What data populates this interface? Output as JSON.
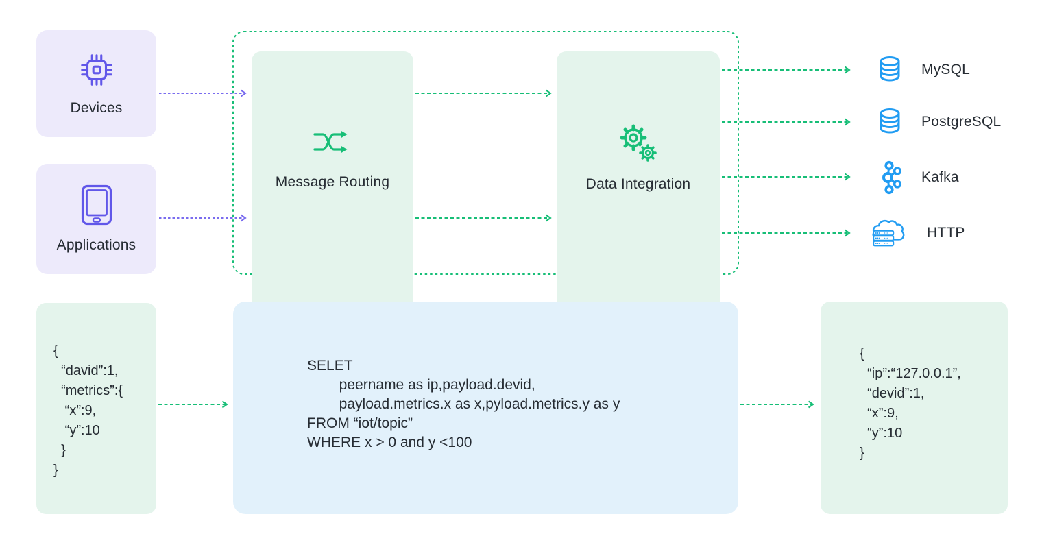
{
  "palette": {
    "purple_icon": "#6157E9",
    "purple_arrow": "#7A6CEF",
    "lavender_bg": "#EDEAFB",
    "green": "#17BE77",
    "mint_bg": "#E4F4EC",
    "blue_icon": "#219CF2",
    "lightblue_bg": "#E2F1FB",
    "text": "#262C33"
  },
  "sources": [
    {
      "label": "Devices",
      "icon": "chip-icon"
    },
    {
      "label": "Applications",
      "icon": "tablet-icon"
    }
  ],
  "pipeline": [
    {
      "label": "Message Routing",
      "icon": "shuffle-icon"
    },
    {
      "label": "Data Integration",
      "icon": "gears-icon"
    }
  ],
  "sinks": [
    {
      "label": "MySQL",
      "icon": "database-icon"
    },
    {
      "label": "PostgreSQL",
      "icon": "database-icon"
    },
    {
      "label": "Kafka",
      "icon": "kafka-icon"
    },
    {
      "label": "HTTP",
      "icon": "cloud-server-icon"
    }
  ],
  "code": {
    "input_json": "{\n  “david”:1,\n  “metrics”:{\n   “x”:9,\n   “y”:10\n  }\n}",
    "sql": "SELET\n        peername as ip,payload.devid,\n        payload.metrics.x as x,pyload.metrics.y as y\nFROM “iot/topic”\nWHERE x > 0 and y <100",
    "output_json": "{\n  “ip”:“127.0.0.1”,\n  “devid”:1,\n  “x”:9,\n  “y”:10\n}"
  }
}
